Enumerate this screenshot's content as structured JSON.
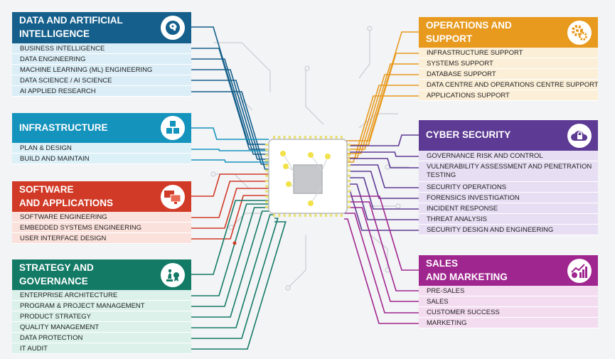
{
  "panels": {
    "data_ai": {
      "title1": "DATA AND ARTIFICIAL",
      "title2": "INTELLIGENCE",
      "icon": "brain-head-icon",
      "color": "#145f8b",
      "light": "#dbeef7",
      "items": [
        "BUSINESS INTELLIGENCE",
        "DATA ENGINEERING",
        "MACHINE LEARNING (ML) ENGINEERING",
        "DATA SCIENCE / AI SCIENCE",
        "AI APPLIED RESEARCH"
      ]
    },
    "infrastructure": {
      "title1": "INFRASTRUCTURE",
      "icon": "cubes-icon",
      "color": "#1493bd",
      "light": "#dcf0f8",
      "items": [
        "PLAN & DESIGN",
        "BUILD AND MAINTAIN"
      ]
    },
    "software": {
      "title1": "SOFTWARE",
      "title2": "AND APPLICATIONS",
      "icon": "monitors-icon",
      "color": "#d13a26",
      "light": "#fbe1dc",
      "items": [
        "SOFTWARE ENGINEERING",
        "EMBEDDED SYSTEMS ENGINEERING",
        "USER INTERFACE DESIGN"
      ]
    },
    "strategy": {
      "title1": "STRATEGY AND",
      "title2": "GOVERNANCE",
      "icon": "chess-certificate-icon",
      "color": "#137a66",
      "light": "#dbf1ea",
      "items": [
        "ENTERPRISE ARCHITECTURE",
        "PROGRAM & PROJECT MANAGEMENT",
        "PRODUCT STRATEGY",
        "QUALITY MANAGEMENT",
        "DATA PROTECTION",
        "IT AUDIT"
      ]
    },
    "operations": {
      "title1": "OPERATIONS AND",
      "title2": "SUPPORT",
      "icon": "gears-icon",
      "color": "#e89a1f",
      "light": "#fcefd8",
      "items": [
        "INFRASTRUCTURE SUPPORT",
        "SYSTEMS SUPPORT",
        "DATABASE SUPPORT",
        "DATA CENTRE AND OPERATIONS CENTRE SUPPORT",
        "APPLICATIONS SUPPORT"
      ]
    },
    "cyber": {
      "title1": "CYBER SECURITY",
      "icon": "cloud-lock-icon",
      "color": "#5d3b94",
      "light": "#e8def4",
      "items": [
        "GOVERNANCE RISK AND CONTROL",
        "VULNERABILITY ASSESSMENT AND PENETRATION TESTING",
        "SECURITY OPERATIONS",
        "FORENSICS INVESTIGATION",
        "INCIDENT RESPONSE",
        "THREAT ANALYSIS",
        "SECURITY DESIGN AND ENGINEERING"
      ]
    },
    "sales": {
      "title1": "SALES",
      "title2": "AND MARKETING",
      "icon": "money-chart-icon",
      "color": "#a0268f",
      "light": "#f4dcf0",
      "items": [
        "PRE-SALES",
        "SALES",
        "CUSTOMER SUCCESS",
        "MARKETING"
      ]
    }
  }
}
